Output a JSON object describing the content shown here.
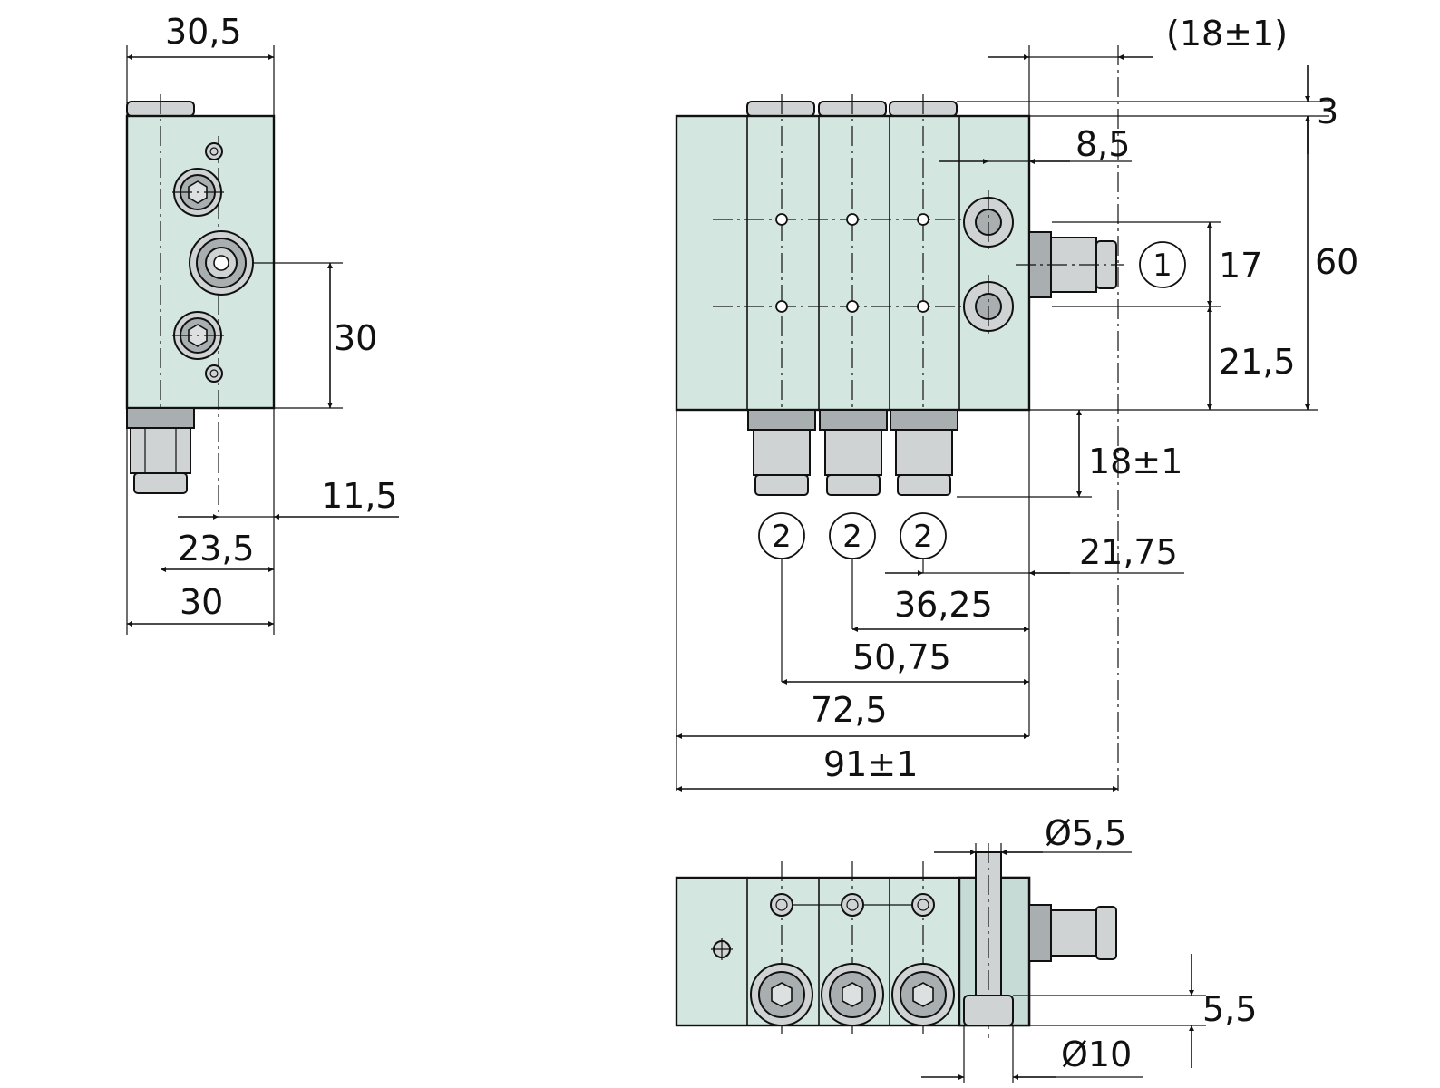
{
  "side_view": {
    "dims": {
      "top_width": "30,5",
      "height_30": "30",
      "offset_11_5": "11,5",
      "offset_23_5": "23,5",
      "bottom_30": "30"
    }
  },
  "front_view": {
    "dims": {
      "outlet_spacing": "(18±1)",
      "cap_height": "3",
      "bore_offset": "8,5",
      "inlet_height": "17",
      "total_height": "60",
      "lower_height": "21,5",
      "outlet_length": "18±1",
      "d_21_75": "21,75",
      "d_36_25": "36,25",
      "d_50_75": "50,75",
      "d_72_5": "72,5",
      "d_91": "91±1"
    },
    "labels": {
      "inlet": "1",
      "outlet_1": "2",
      "outlet_2": "2",
      "outlet_3": "2"
    }
  },
  "bottom_view": {
    "dims": {
      "hole_dia": "Ø5,5",
      "head_height": "5,5",
      "head_dia": "Ø10"
    }
  }
}
